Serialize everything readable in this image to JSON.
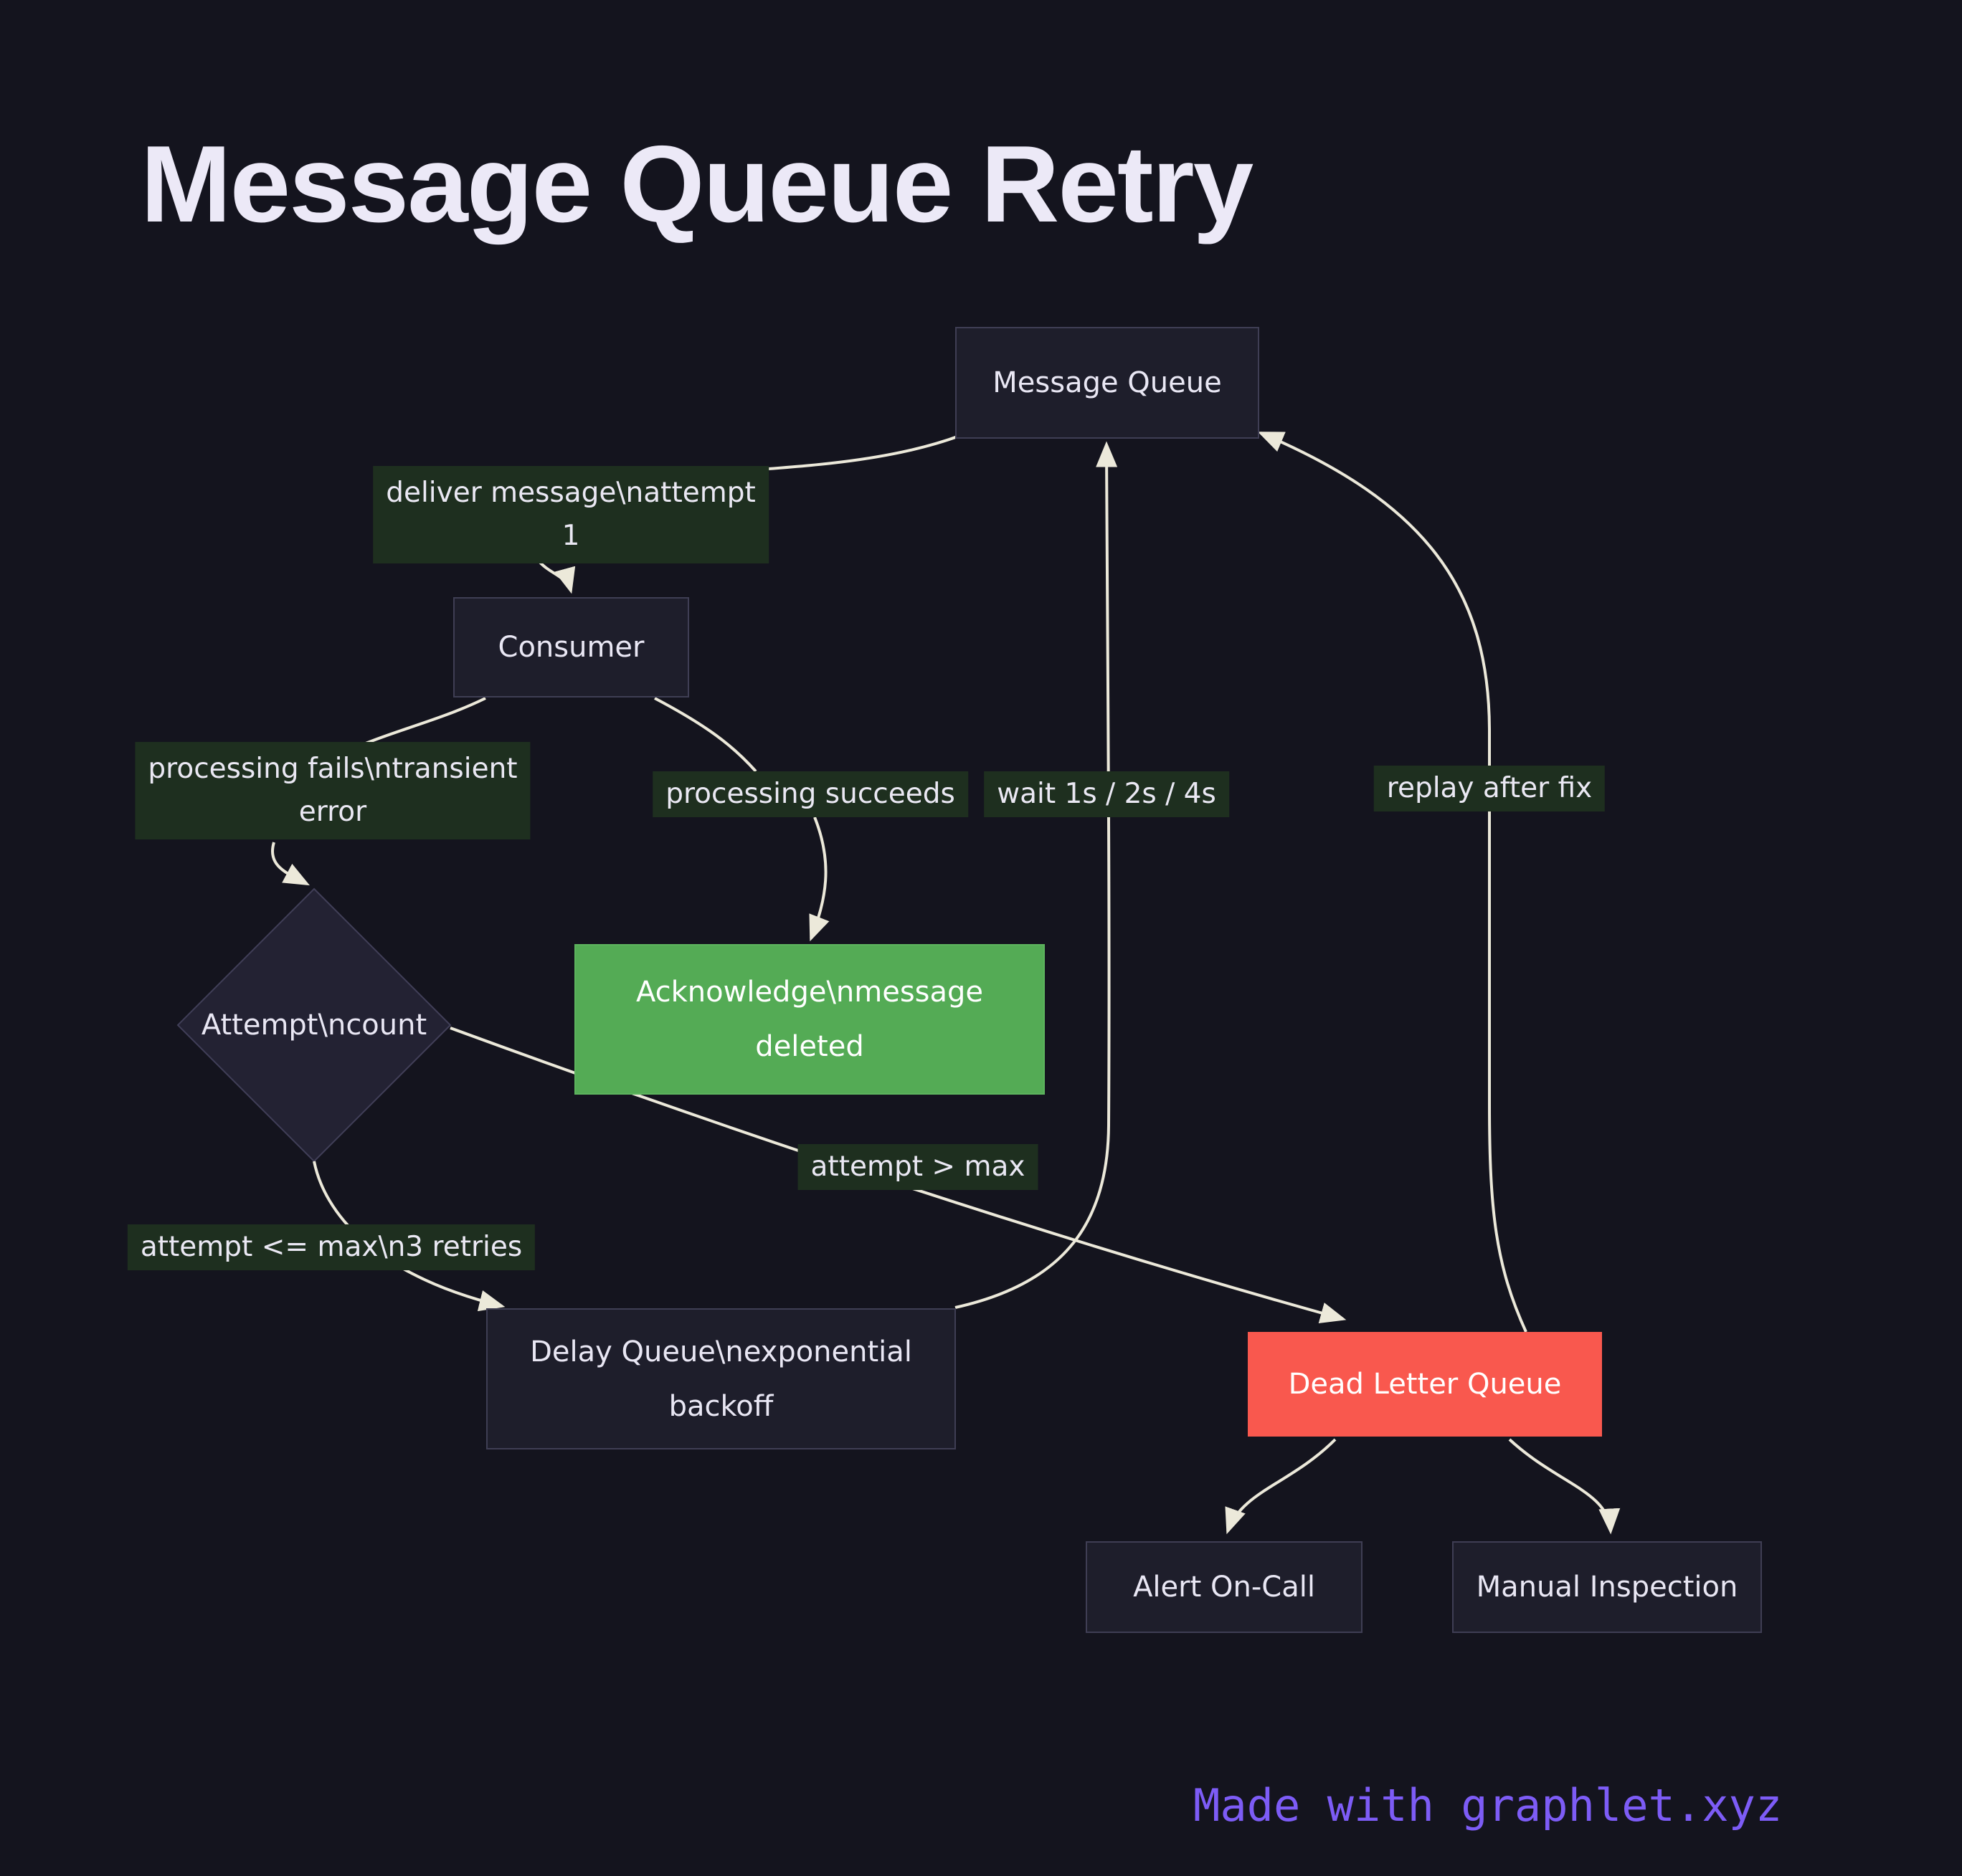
{
  "title": "Message Queue Retry",
  "footer": {
    "credit": "Made with graphlet.xyz"
  },
  "colors": {
    "background": "#14141e",
    "node_fill": "#1e1e2b",
    "node_border": "#3f3e54",
    "success_node": "#54ab55",
    "danger_node": "#f9584e",
    "edge_stroke": "#ece9da",
    "edge_label_bg": "#1e2f1f",
    "text": "#e9e7f4",
    "title_text": "#ece9f7",
    "footer_text": "#7d5cf6"
  },
  "nodes": {
    "message_queue": {
      "label": "Message Queue"
    },
    "consumer": {
      "label": "Consumer"
    },
    "attempt": {
      "label": "Attempt\\ncount"
    },
    "acknowledge": {
      "line1": "Acknowledge\\nmessage",
      "line2": "deleted"
    },
    "delay_queue": {
      "line1": "Delay Queue\\nexponential",
      "line2": "backoff"
    },
    "dead_letter_queue": {
      "label": "Dead Letter Queue"
    },
    "alert_on_call": {
      "label": "Alert On-Call"
    },
    "manual_inspection": {
      "label": "Manual Inspection"
    }
  },
  "edge_labels": {
    "deliver": {
      "line1": "deliver message\\nattempt",
      "line2": "1"
    },
    "processing_fails": {
      "line1": "processing fails\\ntransient",
      "line2": "error"
    },
    "processing_succeeds": {
      "label": "processing succeeds"
    },
    "wait": {
      "label": "wait 1s / 2s / 4s"
    },
    "replay": {
      "label": "replay after fix"
    },
    "attempt_gt_max": {
      "label": "attempt > max"
    },
    "attempt_le_max": {
      "label": "attempt <= max\\n3 retries"
    }
  }
}
